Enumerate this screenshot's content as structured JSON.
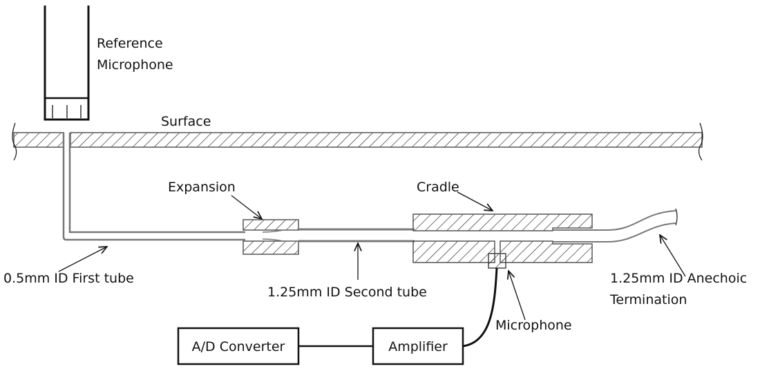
{
  "labels": {
    "reference_line1": "Reference",
    "reference_line2": "Microphone",
    "surface": "Surface",
    "expansion": "Expansion",
    "cradle": "Cradle",
    "first_tube": "0.5mm ID First tube",
    "second_tube": "1.25mm ID Second tube",
    "anechoic_line1": "1.25mm ID Anechoic",
    "anechoic_line2": "Termination",
    "microphone": "Microphone"
  },
  "blocks": {
    "ad_converter": "A/D Converter",
    "amplifier": "Amplifier"
  },
  "colors": {
    "line": "#111111",
    "tube": "#888888"
  }
}
